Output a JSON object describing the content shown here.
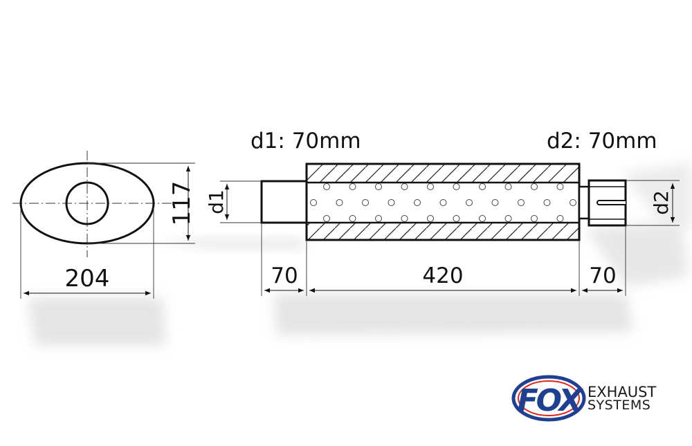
{
  "diagram": {
    "d1_label": "d1: 70mm",
    "d2_label": "d2: 70mm",
    "oval": {
      "width_label": "204",
      "height_label": "117"
    },
    "inlet": {
      "diameter_label": "d1",
      "length_label": "70"
    },
    "body": {
      "length_label": "420"
    },
    "outlet": {
      "diameter_label": "d2",
      "length_label": "70"
    }
  },
  "logo": {
    "brand": "FOX",
    "line1": "EXHAUST",
    "line2": "SYSTEMS",
    "colors": {
      "blue": "#1f3f93",
      "red": "#e1251b"
    }
  }
}
